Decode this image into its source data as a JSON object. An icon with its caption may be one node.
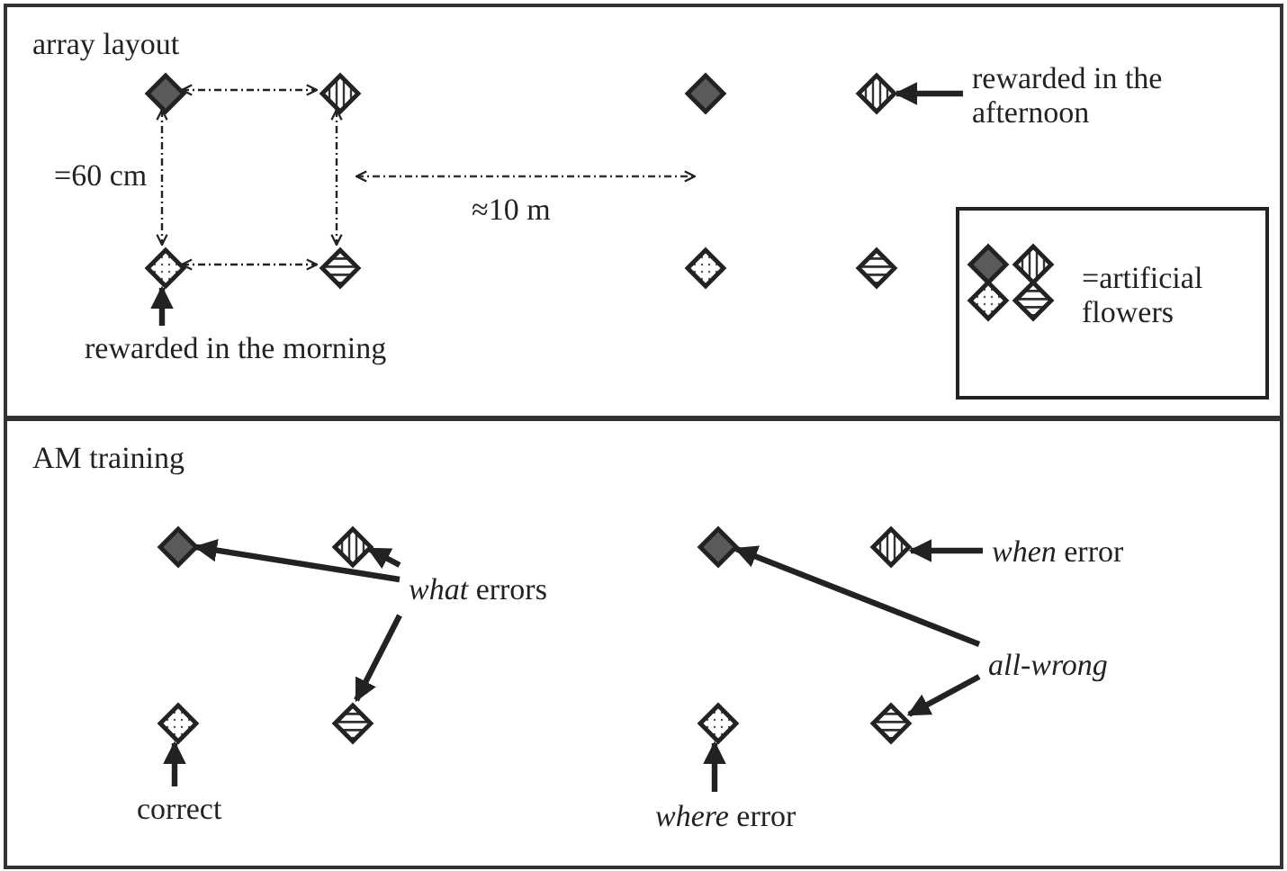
{
  "diagram": {
    "nodes": [
      {
        "text": [
          "array layout"
        ]
      },
      {
        "text": [],
        "shape": "diamond",
        "in": 0
      },
      {
        "text": [],
        "shape": "diamond",
        "in": 0
      },
      {
        "text": [],
        "shape": "diamond",
        "in": 0
      },
      {
        "text": [],
        "shape": "diamond",
        "in": 0
      },
      {
        "text": [],
        "shape": "diamond",
        "in": 0
      },
      {
        "text": [],
        "shape": "diamond",
        "in": 0
      },
      {
        "text": [],
        "shape": "diamond",
        "in": 0
      },
      {
        "text": [],
        "shape": "diamond",
        "in": 0
      },
      {
        "text": [
          "rewarded in the afternoon"
        ],
        "in": 0
      },
      {
        "text": [
          "rewarded in the morning"
        ],
        "in": 0
      },
      {
        "text": [
          "=artificial flowers"
        ],
        "in": 0
      },
      {
        "text": [],
        "shape": "diamond",
        "in": 11
      },
      {
        "text": [],
        "shape": "diamond",
        "in": 11
      },
      {
        "text": [],
        "shape": "diamond",
        "in": 11
      },
      {
        "text": [],
        "shape": "diamond",
        "in": 11
      },
      {
        "text": [
          "AM training"
        ]
      },
      {
        "text": [],
        "shape": "diamond",
        "in": 16
      },
      {
        "text": [],
        "shape": "diamond",
        "in": 16
      },
      {
        "text": [],
        "shape": "diamond",
        "in": 16
      },
      {
        "text": [],
        "shape": "diamond",
        "in": 16
      },
      {
        "text": [
          "*what* errors"
        ],
        "in": 16
      },
      {
        "text": [
          "correct"
        ],
        "in": 16
      },
      {
        "text": [],
        "shape": "diamond",
        "in": 16
      },
      {
        "text": [],
        "shape": "diamond",
        "in": 16
      },
      {
        "text": [],
        "shape": "diamond",
        "in": 16
      },
      {
        "text": [],
        "shape": "diamond",
        "in": 16
      },
      {
        "text": [
          "*when* error"
        ],
        "in": 16
      },
      {
        "text": [
          "all-wrong"
        ],
        "in": 16
      },
      {
        "text": [
          "*where* error"
        ],
        "in": 16
      }
    ],
    "edges": [
      {
        "from": 9,
        "to": 6,
        "arrow": "to"
      },
      {
        "from": 10,
        "to": 3,
        "arrow": "to"
      },
      {
        "from": 21,
        "to": 17,
        "arrow": "to"
      },
      {
        "from": 21,
        "to": 18,
        "arrow": "to"
      },
      {
        "from": 21,
        "to": 20,
        "arrow": "to"
      },
      {
        "from": 22,
        "to": 19,
        "arrow": "to"
      },
      {
        "from": 27,
        "to": 24,
        "arrow": "to"
      },
      {
        "from": 28,
        "to": 23,
        "arrow": "to"
      },
      {
        "from": 28,
        "to": 26,
        "arrow": "to"
      },
      {
        "from": 29,
        "to": 25,
        "arrow": "to"
      },
      {
        "from": 1,
        "to": 2,
        "arrow": "both",
        "style": "dashed"
      },
      {
        "from": 3,
        "to": 4,
        "arrow": "both",
        "style": "dashed"
      },
      {
        "from": 1,
        "to": 3,
        "arrow": "both",
        "style": "dashed"
      },
      {
        "from": 2,
        "to": 4,
        "arrow": "both",
        "style": "dashed"
      }
    ],
    "labels": [
      "=60 cm",
      "≈10 m"
    ]
  }
}
